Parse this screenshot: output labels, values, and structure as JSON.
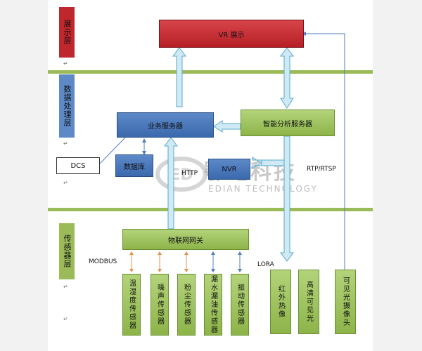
{
  "layers": {
    "display": "展示层",
    "data": "数据处理层",
    "sensor": "传感器层"
  },
  "nodes": {
    "vr": "VR 展示",
    "business_server": "业务服务器",
    "ai_server": "智能分析服务器",
    "dcs": "DCS",
    "database": "数据库",
    "nvr": "NVR",
    "iot_gateway": "物联网网关",
    "temp_humidity": "温湿度传感器",
    "noise": "噪声传感器",
    "dust": "粉尘传感器",
    "leak": "漏水漏油传感器",
    "vibration": "振动传感器",
    "infrared": "红外热像",
    "hd_visible": "高清可见光",
    "visible_camera": "可见光摄像头"
  },
  "protocols": {
    "http": "HTTP",
    "rtp": "RTP/RTSP",
    "modbus": "MODBUS",
    "lora": "LORA"
  },
  "watermark": {
    "logo": "ED",
    "name_cn": "鄂电科技",
    "name_en": "EDIAN TECHNOLOGY"
  },
  "colors": {
    "display_box": "#c0272d",
    "server_box": "#4a78b8",
    "green_box": "#9bbb59",
    "layer_band": "#9bbb59",
    "arrow_fill": "#cfeaf5",
    "arrow_stroke": "#5aa9c9",
    "sensor_arrow_orange": "#e8904a",
    "sensor_arrow_blue": "#4f7fbf"
  }
}
